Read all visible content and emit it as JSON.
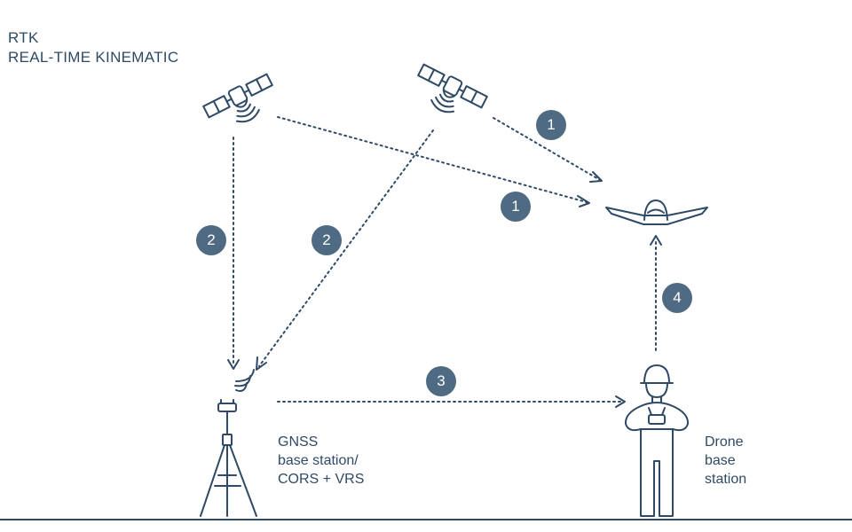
{
  "title": {
    "line1": "RTK",
    "line2": "REAL-TIME KINEMATIC"
  },
  "colors": {
    "ink": "#2f4a66",
    "badge": "#4f6a83",
    "background": "#ffffff"
  },
  "badges": {
    "b1a": "1",
    "b1b": "1",
    "b2a": "2",
    "b2b": "2",
    "b3": "3",
    "b4": "4"
  },
  "labels": {
    "gnss": [
      "GNSS",
      "base station/",
      "CORS + VRS"
    ],
    "drone_station": [
      "Drone",
      "base",
      "station"
    ]
  },
  "icons": {
    "satellite_left": "satellite-icon",
    "satellite_right": "satellite-icon",
    "drone": "drone-icon",
    "tripod": "gnss-tripod-icon",
    "operator": "operator-icon"
  }
}
